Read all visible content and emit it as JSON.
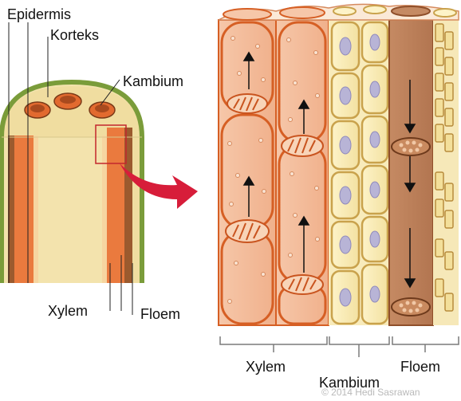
{
  "labels": {
    "epidermis": "Epidermis",
    "korteks": "Korteks",
    "kambium_top": "Kambium",
    "xylem_left": "Xylem",
    "floem_left": "Floem",
    "xylem_bottom": "Xylem",
    "kambium_bottom": "Kambium",
    "floem_bottom": "Floem"
  },
  "watermark": "© 2014 Hedi Sasrawan",
  "colors": {
    "epidermis": "#7a9c3a",
    "cortex": "#f2e1a8",
    "xylem": "#e8733a",
    "phloem": "#a8643a",
    "cambium": "#f5e6a8",
    "arrow": "#d71d3a"
  }
}
